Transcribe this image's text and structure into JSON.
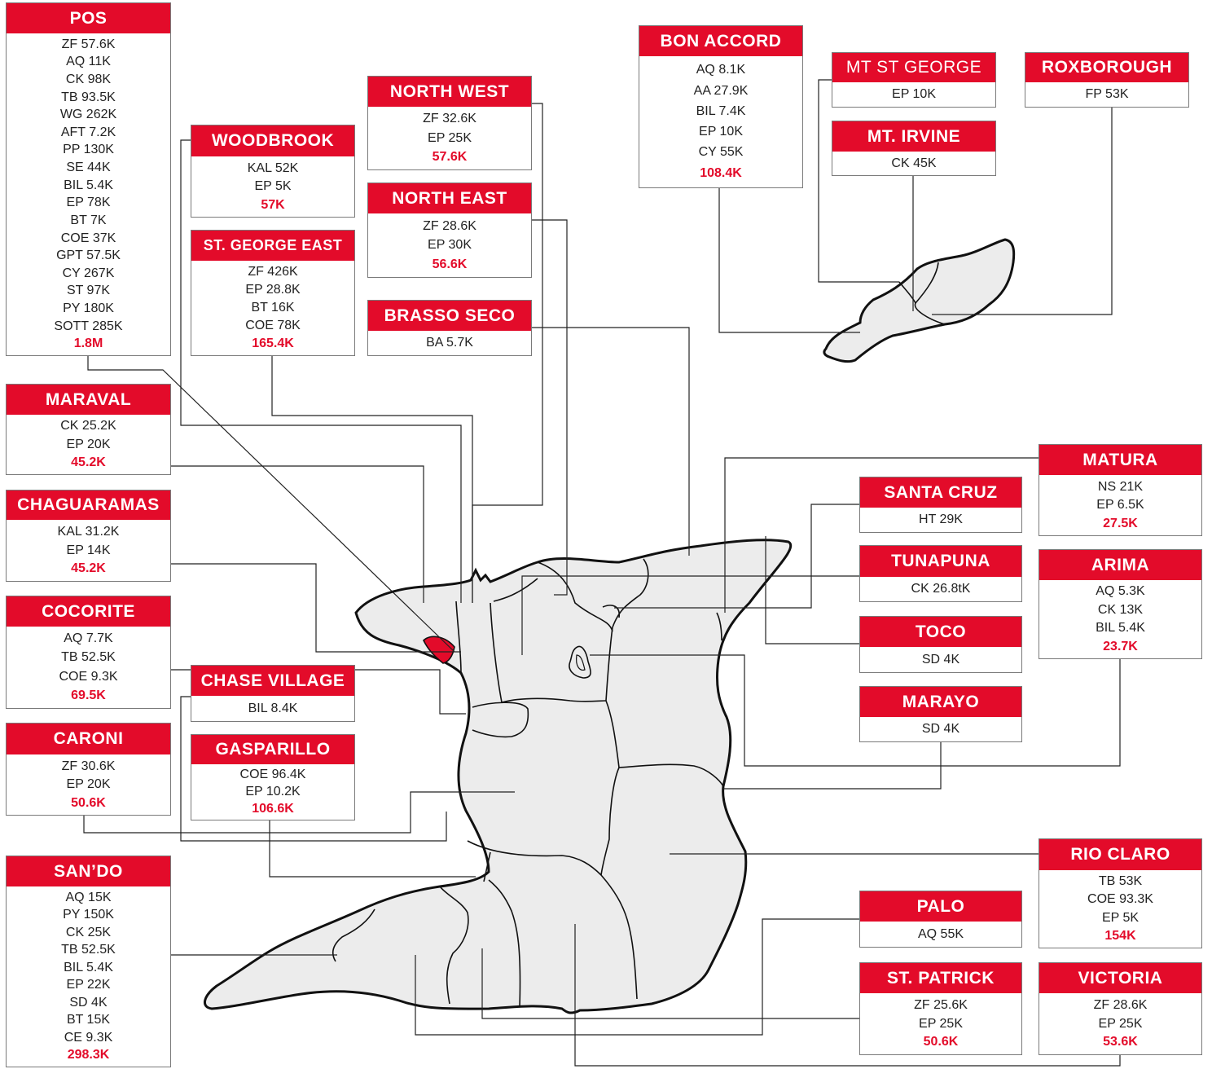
{
  "colors": {
    "accent": "#e30b2a",
    "land": "#ececec",
    "outline": "#111111",
    "connector": "#222222"
  },
  "boxes": [
    {
      "id": "pos",
      "title": "POS",
      "rows": [
        "ZF 57.6K",
        "AQ 11K",
        "CK 98K",
        "TB 93.5K",
        "WG 262K",
        "AFT 7.2K",
        "PP 130K",
        "SE 44K",
        "BIL 5.4K",
        "EP 78K",
        "BT 7K",
        "COE 37K",
        "GPT 57.5K",
        "CY 267K",
        "ST 97K",
        "PY 180K",
        "SOTT 285K"
      ],
      "total": "1.8M"
    },
    {
      "id": "woodbrook",
      "title": "WOODBROOK",
      "rows": [
        "KAL 52K",
        "EP 5K"
      ],
      "total": "57K"
    },
    {
      "id": "st-george-east",
      "title": "ST. GEORGE EAST",
      "rows": [
        "ZF 426K",
        "EP 28.8K",
        "BT 16K",
        "COE 78K"
      ],
      "total": "165.4K"
    },
    {
      "id": "north-west",
      "title": "NORTH WEST",
      "rows": [
        "ZF 32.6K",
        "EP 25K"
      ],
      "total": "57.6K"
    },
    {
      "id": "north-east",
      "title": "NORTH EAST",
      "rows": [
        "ZF 28.6K",
        "EP 30K"
      ],
      "total": "56.6K"
    },
    {
      "id": "brasso-seco",
      "title": "BRASSO SECO",
      "rows": [
        "BA 5.7K"
      ],
      "total": ""
    },
    {
      "id": "bon-accord",
      "title": "BON ACCORD",
      "rows": [
        "AQ 8.1K",
        "AA 27.9K",
        "BIL 7.4K",
        "EP 10K",
        "CY 55K"
      ],
      "total": "108.4K"
    },
    {
      "id": "mt-st-george",
      "title": "MT ST GEORGE",
      "rows": [
        "EP 10K"
      ],
      "total": ""
    },
    {
      "id": "mt-irvine",
      "title": "MT. IRVINE",
      "rows": [
        "CK 45K"
      ],
      "total": ""
    },
    {
      "id": "roxborough",
      "title": "ROXBOROUGH",
      "rows": [
        "FP 53K"
      ],
      "total": ""
    },
    {
      "id": "maraval",
      "title": "MARAVAL",
      "rows": [
        "CK 25.2K",
        "EP 20K"
      ],
      "total": "45.2K"
    },
    {
      "id": "chaguaramas",
      "title": "CHAGUARAMAS",
      "rows": [
        "KAL 31.2K",
        "EP 14K"
      ],
      "total": "45.2K"
    },
    {
      "id": "cocorite",
      "title": "COCORITE",
      "rows": [
        "AQ 7.7K",
        "TB 52.5K",
        "COE 9.3K"
      ],
      "total": "69.5K"
    },
    {
      "id": "chase-village",
      "title": "CHASE VILLAGE",
      "rows": [
        "BIL 8.4K"
      ],
      "total": ""
    },
    {
      "id": "gasparillo",
      "title": "GASPARILLO",
      "rows": [
        "COE 96.4K",
        "EP 10.2K"
      ],
      "total": "106.6K"
    },
    {
      "id": "caroni",
      "title": "CARONI",
      "rows": [
        "ZF 30.6K",
        "EP 20K"
      ],
      "total": "50.6K"
    },
    {
      "id": "sando",
      "title": "SAN’DO",
      "rows": [
        "AQ 15K",
        "PY 150K",
        "CK 25K",
        "TB 52.5K",
        "BIL 5.4K",
        "EP 22K",
        "SD 4K",
        "BT 15K",
        "CE 9.3K"
      ],
      "total": "298.3K"
    },
    {
      "id": "santa-cruz",
      "title": "SANTA CRUZ",
      "rows": [
        "HT 29K"
      ],
      "total": ""
    },
    {
      "id": "tunapuna",
      "title": "TUNAPUNA",
      "rows": [
        "CK 26.8tK"
      ],
      "total": ""
    },
    {
      "id": "toco",
      "title": "TOCO",
      "rows": [
        "SD 4K"
      ],
      "total": ""
    },
    {
      "id": "marayo",
      "title": "MARAYO",
      "rows": [
        "SD 4K"
      ],
      "total": ""
    },
    {
      "id": "matura",
      "title": "MATURA",
      "rows": [
        "NS 21K",
        "EP 6.5K"
      ],
      "total": "27.5K"
    },
    {
      "id": "arima",
      "title": "ARIMA",
      "rows": [
        "AQ 5.3K",
        "CK 13K",
        "BIL 5.4K"
      ],
      "total": "23.7K"
    },
    {
      "id": "rio-claro",
      "title": "RIO CLARO",
      "rows": [
        "TB 53K",
        "COE 93.3K",
        "EP 5K"
      ],
      "total": "154K"
    },
    {
      "id": "palo",
      "title": "PALO",
      "rows": [
        "AQ 55K"
      ],
      "total": ""
    },
    {
      "id": "st-patrick",
      "title": "ST. PATRICK",
      "rows": [
        "ZF 25.6K",
        "EP 25K"
      ],
      "total": "50.6K"
    },
    {
      "id": "victoria",
      "title": "VICTORIA",
      "rows": [
        "ZF 28.6K",
        "EP 25K"
      ],
      "total": "53.6K"
    }
  ]
}
